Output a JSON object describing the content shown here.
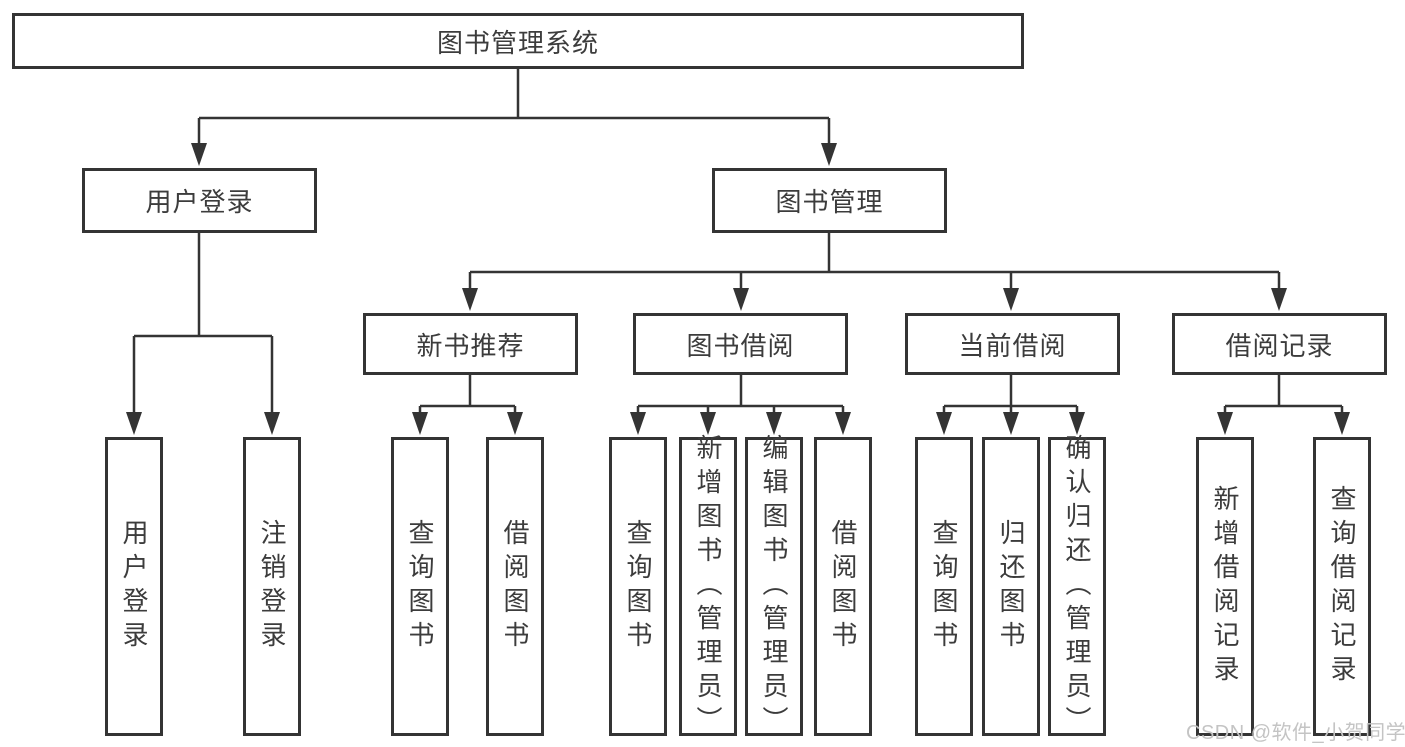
{
  "nodes": {
    "root": {
      "label": "图书管理系统"
    },
    "level2": [
      {
        "label": "用户登录"
      },
      {
        "label": "图书管理"
      }
    ],
    "level3": [
      {
        "label": "新书推荐"
      },
      {
        "label": "图书借阅"
      },
      {
        "label": "当前借阅"
      },
      {
        "label": "借阅记录"
      }
    ]
  },
  "leaves": {
    "user_login": [
      "用户登录",
      "注销登录"
    ],
    "new_book_recommend": [
      "查询图书",
      "借阅图书"
    ],
    "book_borrow": [
      "查询图书",
      "新增图书（管理员）",
      "编辑图书（管理员）",
      "借阅图书"
    ],
    "current_borrow": [
      "查询图书",
      "归还图书",
      "确认归还（管理员）"
    ],
    "borrow_record": [
      "新增借阅记录",
      "查询借阅记录"
    ]
  },
  "watermark": "CSDN @软件_小贺同学",
  "colors": {
    "line": "#343434",
    "text": "#3c3c3c",
    "watermark": "#c4c4c4",
    "background": "#ffffff"
  }
}
